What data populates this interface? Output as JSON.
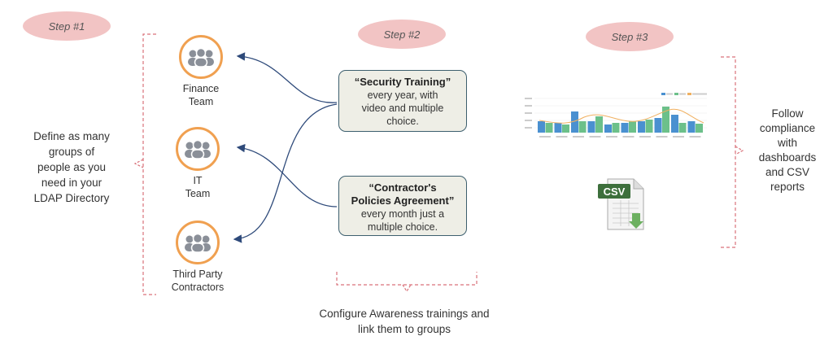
{
  "steps": [
    {
      "label": "Step #1"
    },
    {
      "label": "Step #2"
    },
    {
      "label": "Step #3"
    }
  ],
  "groups": [
    {
      "line1": "Finance",
      "line2": "Team",
      "icon": "people-group-icon"
    },
    {
      "line1": "IT",
      "line2": "Team",
      "icon": "people-group-icon"
    },
    {
      "line1": "Third Party",
      "line2": "Contractors",
      "icon": "people-group-icon"
    }
  ],
  "step1_description": [
    "Define as many",
    "groups of",
    "people as you",
    "need in your",
    "LDAP Directory"
  ],
  "trainings": [
    {
      "title_lines": [
        "“Security Training”"
      ],
      "desc_lines": [
        "every year, with",
        "video and multiple",
        "choice."
      ]
    },
    {
      "title_lines": [
        "“Contractor's",
        "Policies Agreement”"
      ],
      "desc_lines": [
        "every month just a",
        "multiple choice."
      ]
    }
  ],
  "step2_description": [
    "Configure Awareness trainings and",
    "link them to groups"
  ],
  "step3_description": [
    "Follow",
    "compliance",
    "with",
    "dashboards",
    "and CSV",
    "reports"
  ],
  "csv_icon_label": "CSV",
  "colors": {
    "accent_orange": "#f0a050",
    "pill_pink": "#f2c4c4",
    "bracket_red": "#d9727a",
    "arrow_navy": "#2e4a7a",
    "box_fill": "#eeeee6",
    "box_border": "#3d5f6e",
    "bar_blue": "#4a90d0",
    "bar_green": "#6cc08a",
    "trend_orange": "#f0b060"
  }
}
